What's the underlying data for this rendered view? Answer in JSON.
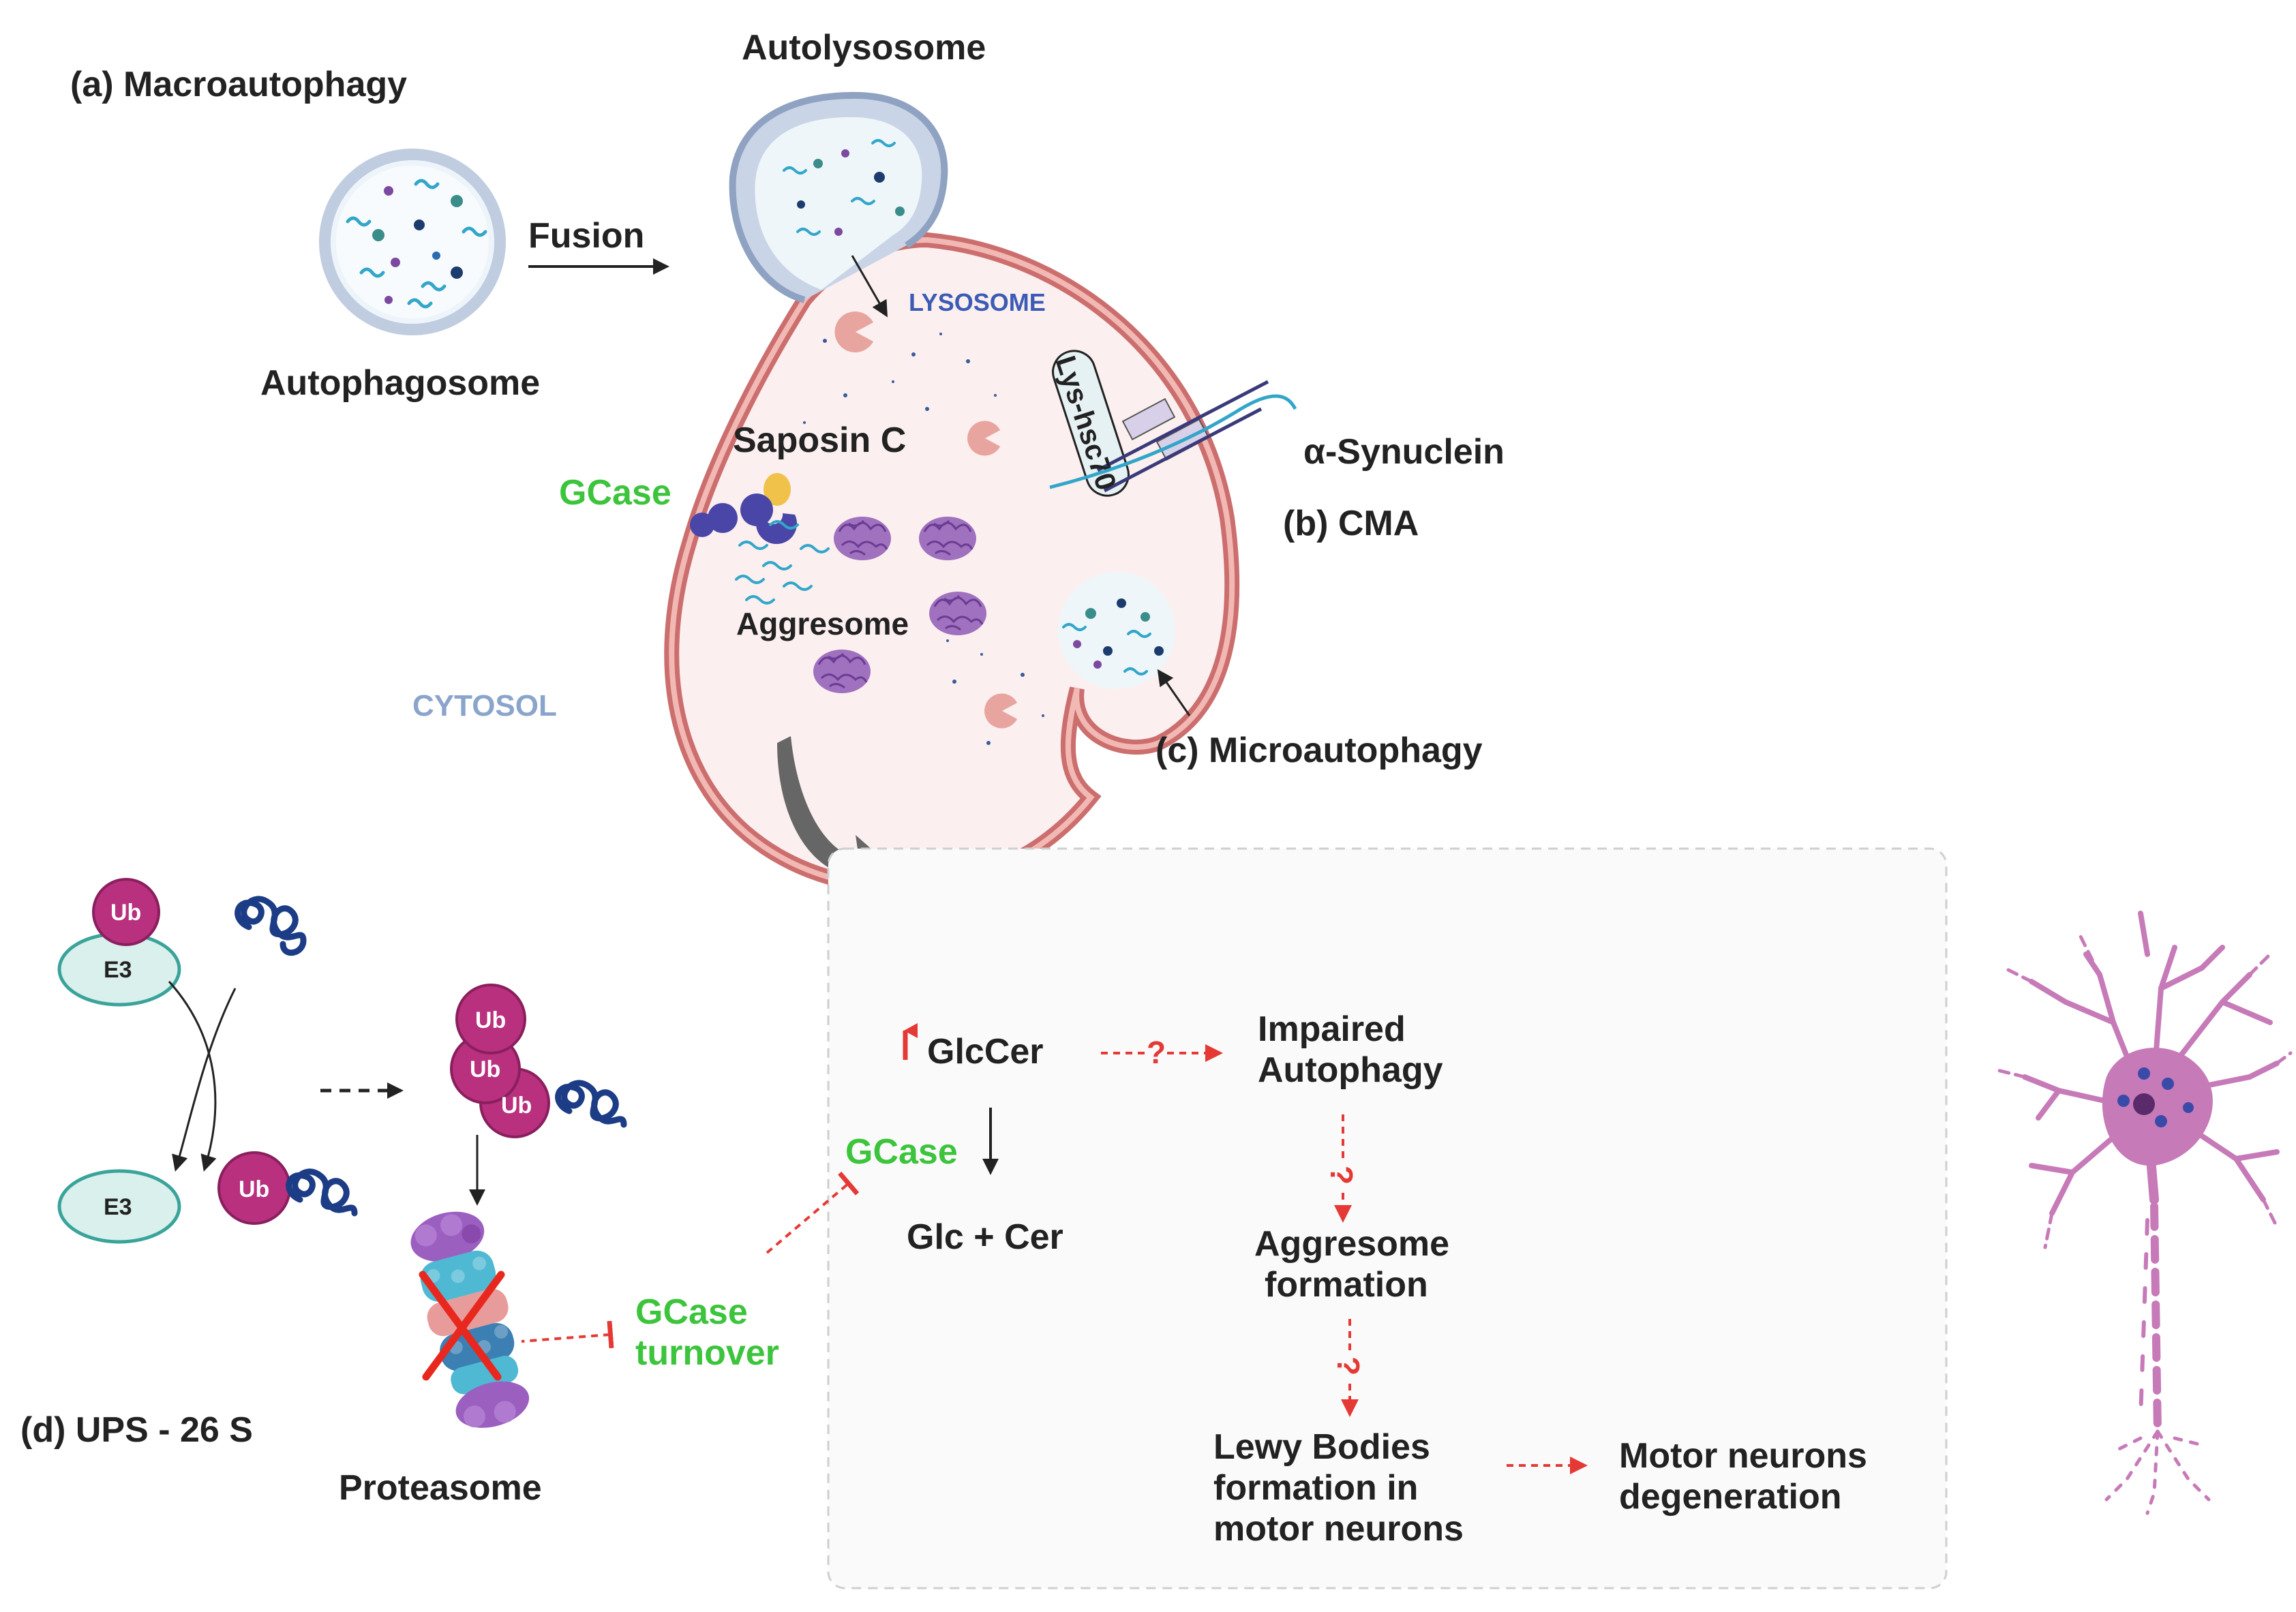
{
  "labels": {
    "macroautophagy": "(a) Macroautophagy",
    "autophagosome": "Autophagosome",
    "fusion": "Fusion",
    "autolysosome": "Autolysosome",
    "lysosome": "LYSOSOME",
    "lys_hsc70": "Lys-hsc70",
    "saposin_c": "Saposin C",
    "gcase_lysosome": "GCase",
    "aggresome": "Aggresome",
    "alpha_synuclein": "α-Synuclein",
    "cma": "(b) CMA",
    "microautophagy": "(c) Microautophagy",
    "cytosol": "CYTOSOL",
    "ups": "(d) UPS - 26 S",
    "proteasome": "Proteasome",
    "ub": "Ub",
    "e3": "E3",
    "gcase_turnover_1": "GCase",
    "gcase_turnover_2": "turnover"
  },
  "pathway": {
    "glccer": "GlcCer",
    "gcase": "GCase",
    "glc_cer": "Glc + Cer",
    "question": "?",
    "impaired_1": "Impaired",
    "impaired_2": "Autophagy",
    "aggresome_1": "Aggresome",
    "aggresome_2": "formation",
    "lewy_1": "Lewy Bodies",
    "lewy_2": "formation in",
    "lewy_3": "motor neurons",
    "motor_1": "Motor neurons",
    "motor_2": "degeneration"
  },
  "colors": {
    "text": "#222222",
    "green": "#3cc43c",
    "red": "#e53935",
    "vesicle_blue": "#9db0cc",
    "lysosome_red": "#d47a7a",
    "lysosome_fill": "#fbefef",
    "ub_magenta": "#b8307e",
    "e3_teal": "#3aa39a",
    "neuron_pink": "#c77ab8",
    "aggregate_purple": "#8e5bb5",
    "lysosome_label_blue": "#3b5bb5",
    "cytosol_label_blue": "#8aa4cc"
  }
}
